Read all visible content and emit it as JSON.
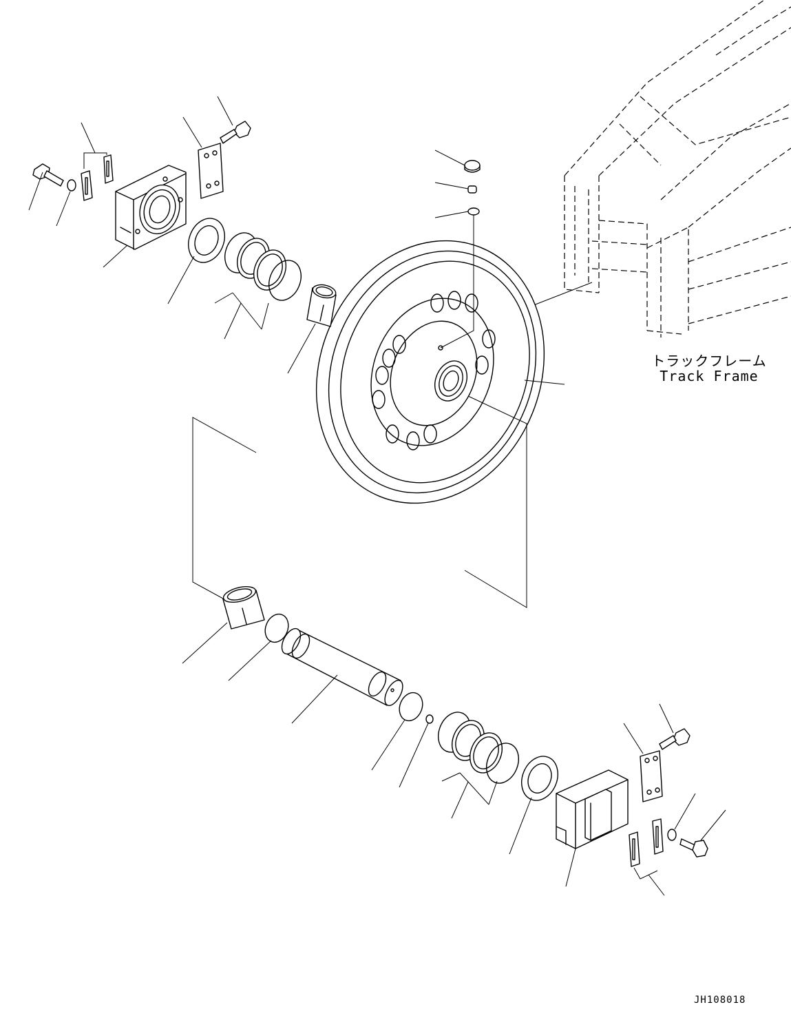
{
  "track_frame_label": {
    "japanese": "トラックフレーム",
    "english": "Track Frame"
  },
  "drawing_id": "JH108018"
}
